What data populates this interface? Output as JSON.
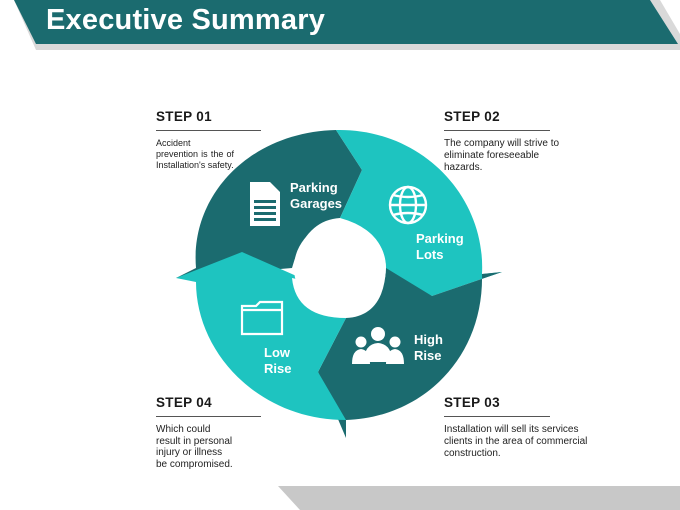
{
  "header": {
    "title": "Executive Summary"
  },
  "steps": [
    {
      "heading": "STEP 01",
      "description": "Accident prevention is the of Installation's safety."
    },
    {
      "heading": "STEP 02",
      "description": "The company will strive to eliminate foreseeable hazards."
    },
    {
      "heading": "STEP 03",
      "description": "Installation will sell its services clients in the area of commercial construction."
    },
    {
      "heading": "STEP 04",
      "description": "Which could result in personal injury or illness be compromised."
    }
  ],
  "cycle": {
    "segments": [
      {
        "label": "Parking Garages",
        "icon": "document-icon"
      },
      {
        "label": "Parking Lots",
        "icon": "globe-icon"
      },
      {
        "label": "High Rise",
        "icon": "people-icon"
      },
      {
        "label": "Low Rise",
        "icon": "folder-icon"
      }
    ]
  },
  "colors": {
    "dark_teal": "#1b6b6f",
    "light_teal": "#1ec4c0",
    "title_bar": "#1b6b6f",
    "footer_gray": "#c8c8c8"
  }
}
